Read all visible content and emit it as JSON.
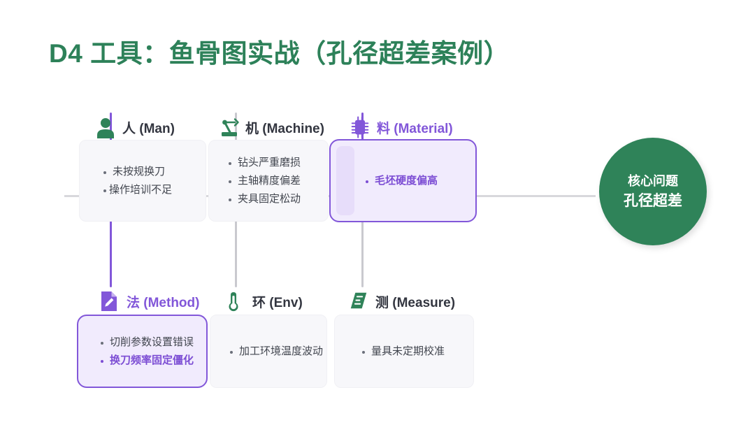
{
  "title": "D4 工具：鱼骨图实战（孔径超差案例）",
  "theme": {
    "green": "#2f8359",
    "purple": "#8257d9",
    "purple_text": "#7c4dd4",
    "spine_gray": "#d8d8dc",
    "box_bg": "#f7f7fa",
    "box_hl_bg": "#f1ebfd",
    "text": "#42464f"
  },
  "core": {
    "line1": "核心问题",
    "line2": "孔径超差"
  },
  "categories": [
    {
      "key": "man",
      "icon": "person-icon",
      "label": "人 (Man)",
      "highlight": false,
      "causes": [
        {
          "text": "未按规换刀",
          "highlight": false
        },
        {
          "text": "操作培训不足",
          "highlight": false
        }
      ]
    },
    {
      "key": "machine",
      "icon": "robot-arm-icon",
      "label": "机 (Machine)",
      "highlight": false,
      "causes": [
        {
          "text": "钻头严重磨损",
          "highlight": false
        },
        {
          "text": "主轴精度偏差",
          "highlight": false
        },
        {
          "text": "夹具固定松动",
          "highlight": false
        }
      ]
    },
    {
      "key": "material",
      "icon": "chip-icon",
      "label": "料 (Material)",
      "highlight": true,
      "causes": [
        {
          "text": "毛坯硬度偏高",
          "highlight": true
        }
      ]
    },
    {
      "key": "method",
      "icon": "document-pencil-icon",
      "label": "法 (Method)",
      "highlight": true,
      "causes": [
        {
          "text": "切削参数设置错误",
          "highlight": false
        },
        {
          "text": "换刀频率固定僵化",
          "highlight": true
        }
      ]
    },
    {
      "key": "env",
      "icon": "thermometer-icon",
      "label": "环 (Env)",
      "highlight": false,
      "causes": [
        {
          "text": "加工环境温度波动",
          "highlight": false
        }
      ]
    },
    {
      "key": "measure",
      "icon": "ruler-icon",
      "label": "测 (Measure)",
      "highlight": false,
      "causes": [
        {
          "text": "量具未定期校准",
          "highlight": false
        }
      ]
    }
  ]
}
